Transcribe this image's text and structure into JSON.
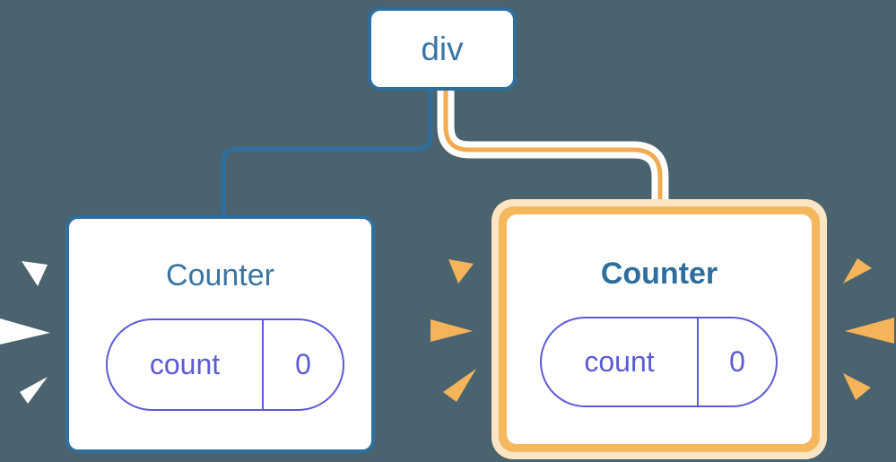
{
  "diagram": {
    "description": "React tree diagram: a div root with two Counter children; right Counter is freshly mounted (orange highlight with sparks), left Counter plain with white sparks",
    "background_color": "#4a636e",
    "root": {
      "label": "div"
    },
    "left_card": {
      "title": "Counter",
      "state_key": "count",
      "state_value": "0",
      "border_color": "#2e6f9f",
      "spark_color": "#ffffff",
      "highlighted": "false"
    },
    "right_card": {
      "title": "Counter",
      "state_key": "count",
      "state_value": "0",
      "border_color": "#f6b85f",
      "halo_color": "#fbe5c3",
      "spark_color": "#f5b45a",
      "highlighted": "true"
    },
    "connectors": {
      "left_line_color": "#2e6f9f",
      "right_line_color": "#f2ab4e",
      "right_line_casing_color": "#ffffff"
    },
    "palette": {
      "node_blue": "#2e6f9f",
      "title_blue": "#3a74a3",
      "title_blue_bold": "#2d6e9e",
      "pill_purple": "#5c5bd7"
    }
  }
}
